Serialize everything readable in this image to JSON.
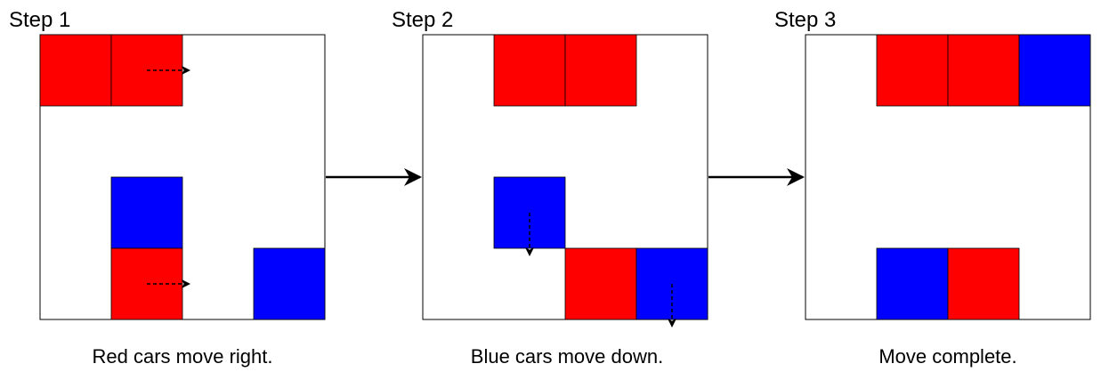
{
  "colors": {
    "red": "#ff0000",
    "blue": "#0000ff",
    "border": "#000000",
    "background": "#ffffff"
  },
  "grid": {
    "rows": 4,
    "cols": 4
  },
  "steps": [
    {
      "title": "Step 1",
      "caption": "Red cars move right.",
      "cells": [
        {
          "row": 0,
          "col": 0,
          "color": "red"
        },
        {
          "row": 0,
          "col": 1,
          "color": "red"
        },
        {
          "row": 2,
          "col": 1,
          "color": "blue"
        },
        {
          "row": 3,
          "col": 1,
          "color": "red"
        },
        {
          "row": 3,
          "col": 3,
          "color": "blue"
        }
      ],
      "moves": [
        {
          "row": 0,
          "col": 1,
          "direction": "right"
        },
        {
          "row": 3,
          "col": 1,
          "direction": "right"
        }
      ]
    },
    {
      "title": "Step 2",
      "caption": "Blue cars move down.",
      "cells": [
        {
          "row": 0,
          "col": 1,
          "color": "red"
        },
        {
          "row": 0,
          "col": 2,
          "color": "red"
        },
        {
          "row": 2,
          "col": 1,
          "color": "blue"
        },
        {
          "row": 3,
          "col": 2,
          "color": "red"
        },
        {
          "row": 3,
          "col": 3,
          "color": "blue"
        }
      ],
      "moves": [
        {
          "row": 2,
          "col": 1,
          "direction": "down"
        },
        {
          "row": 3,
          "col": 3,
          "direction": "down"
        }
      ]
    },
    {
      "title": "Step 3",
      "caption": "Move complete.",
      "cells": [
        {
          "row": 0,
          "col": 1,
          "color": "red"
        },
        {
          "row": 0,
          "col": 2,
          "color": "red"
        },
        {
          "row": 0,
          "col": 3,
          "color": "blue"
        },
        {
          "row": 3,
          "col": 1,
          "color": "blue"
        },
        {
          "row": 3,
          "col": 2,
          "color": "red"
        }
      ],
      "moves": []
    }
  ],
  "transitions": [
    {
      "from_step": 1,
      "to_step": 2
    },
    {
      "from_step": 2,
      "to_step": 3
    }
  ]
}
